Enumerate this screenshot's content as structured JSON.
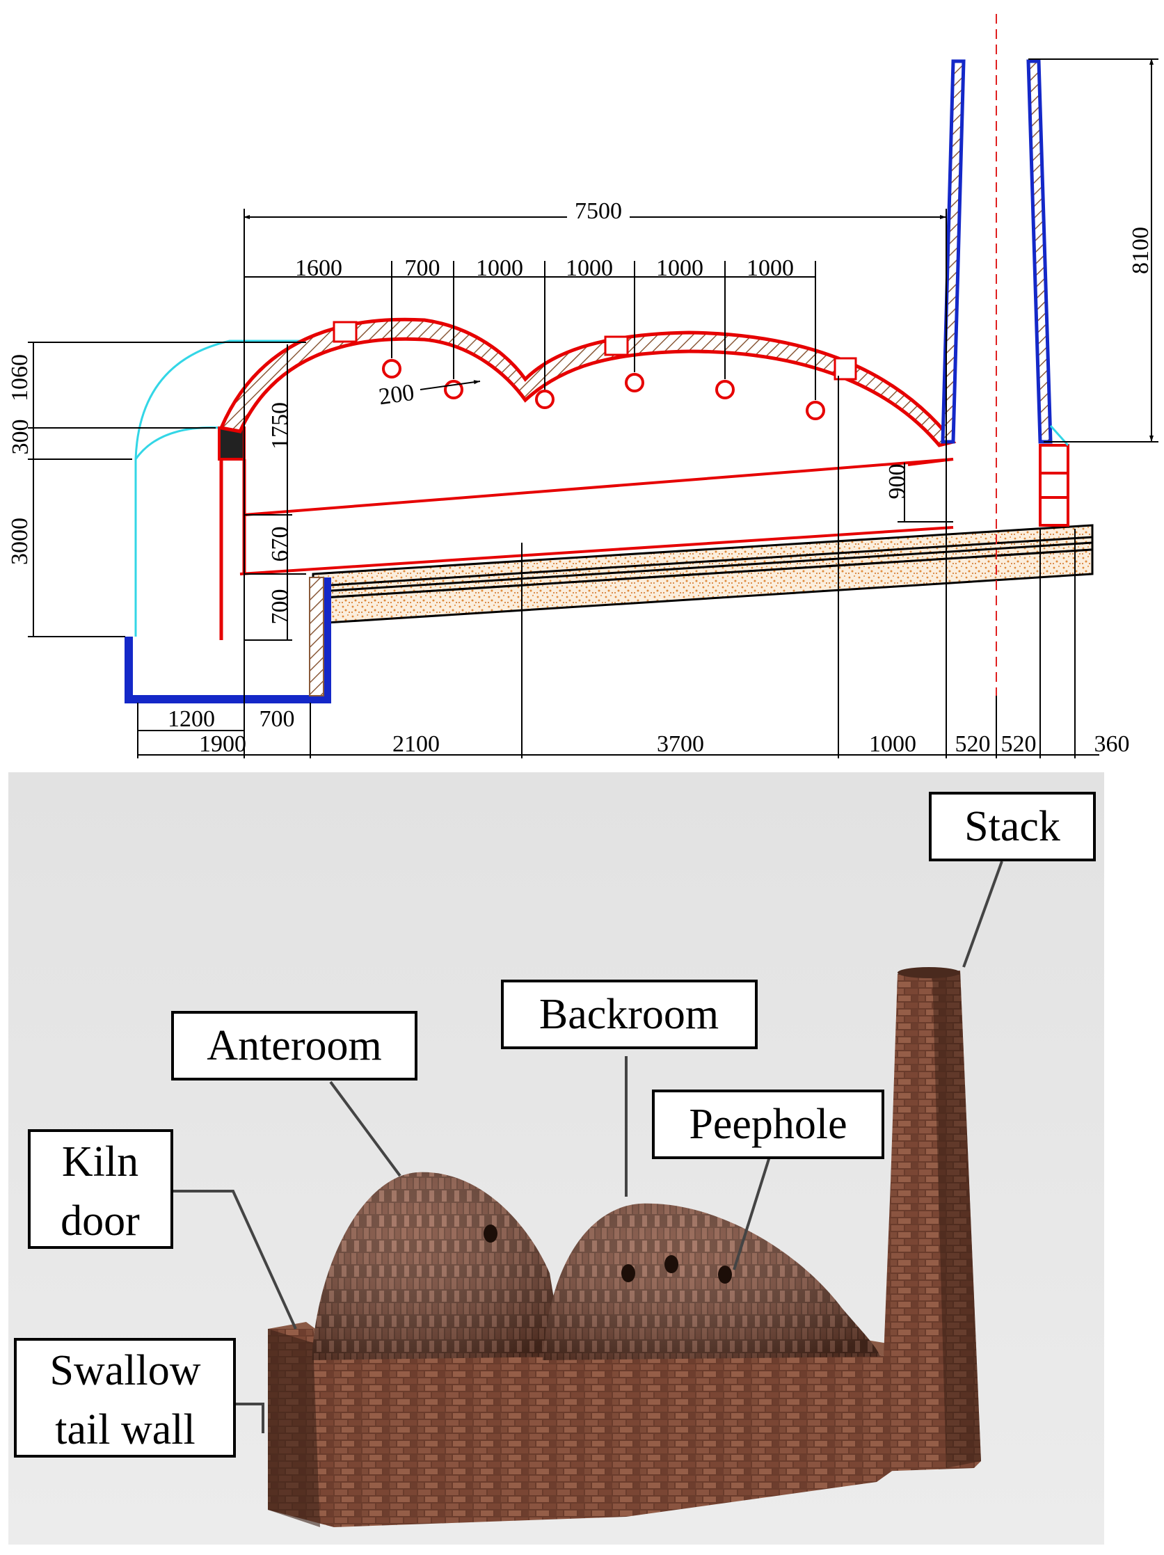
{
  "drawing": {
    "dimensions": {
      "overall_length": "7500",
      "seg_1600": "1600",
      "seg_700_top": "700",
      "seg_1000_a": "1000",
      "seg_1000_b": "1000",
      "seg_1000_c": "1000",
      "seg_1000_d": "1000",
      "peephole_dia": "200",
      "stack_height": "8100",
      "left_1060": "1060",
      "left_300": "300",
      "left_3000": "3000",
      "inner_1750": "1750",
      "inner_670": "670",
      "inner_700": "700",
      "flue_900": "900",
      "bottom_1200": "1200",
      "bottom_700": "700",
      "bottom_1900": "1900",
      "bottom_2100": "2100",
      "bottom_3700": "3700",
      "bottom_1000": "1000",
      "bottom_520a": "520",
      "bottom_520b": "520",
      "bottom_360": "360"
    },
    "colors": {
      "structure": "#e60000",
      "steel": "#1428c8",
      "outline": "#33d6e6",
      "centerline": "#e02020",
      "dimension": "#000000",
      "sand": "#e08a3a"
    }
  },
  "model": {
    "labels": {
      "stack": "Stack",
      "backroom": "Backroom",
      "anteroom": "Anteroom",
      "peephole": "Peephole",
      "kiln_door_1": "Kiln",
      "kiln_door_2": "door",
      "swallow_tail_1": "Swallow",
      "swallow_tail_2": "tail wall"
    },
    "colors": {
      "background": "#e6e6e6",
      "brick_dark": "#5a3426",
      "brick_mid": "#7b4a36",
      "brick_light": "#9a6650"
    }
  }
}
